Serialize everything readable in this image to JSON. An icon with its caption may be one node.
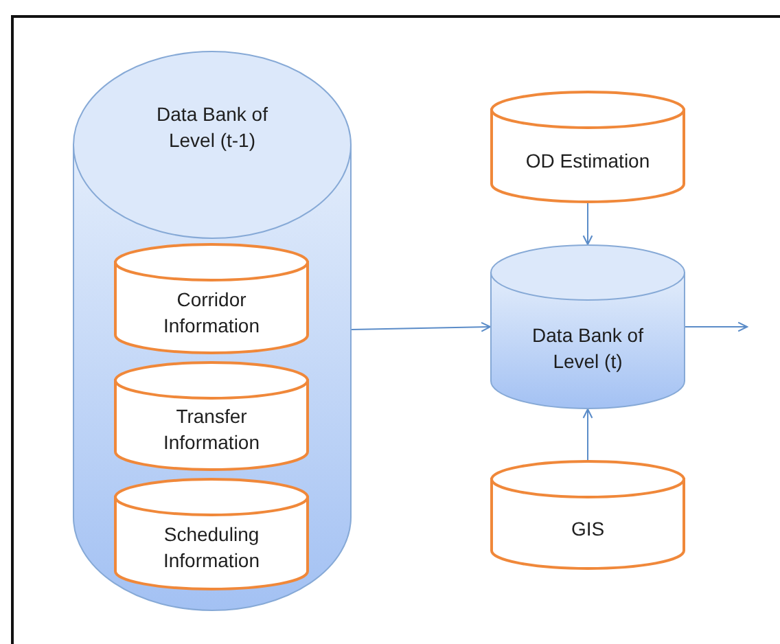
{
  "diagram": {
    "nodes": [
      {
        "text": [
          "Data Bank of Level (t-1)"
        ]
      },
      {
        "text": [
          "Corridor Information"
        ],
        "in": 0
      },
      {
        "text": [
          "Transfer Information"
        ],
        "in": 0
      },
      {
        "text": [
          "Scheduling Information"
        ],
        "in": 0
      },
      {
        "text": [
          "OD Estimation"
        ]
      },
      {
        "text": [
          "Data Bank of Level (t)"
        ]
      },
      {
        "text": [
          "GIS"
        ]
      }
    ],
    "edges": [
      {
        "from": 0,
        "to": 5,
        "arrow": "to"
      },
      {
        "from": 4,
        "to": 5,
        "arrow": "to"
      },
      {
        "from": 6,
        "to": 5,
        "arrow": "to"
      },
      {
        "from": 5,
        "to": null,
        "arrow": "to"
      }
    ]
  }
}
